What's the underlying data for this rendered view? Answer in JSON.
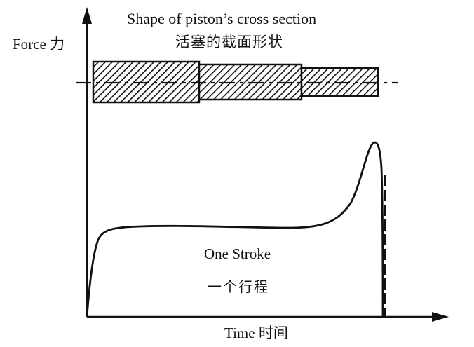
{
  "title_en": "Shape of piston’s cross section",
  "title_zh": "活塞的截面形状",
  "y_axis_label": "Force 力",
  "x_axis_label": "Time 时间",
  "stroke_label_en": "One Stroke",
  "stroke_label_zh": "一个行程",
  "colors": {
    "ink": "#111111",
    "background": "#ffffff"
  }
}
